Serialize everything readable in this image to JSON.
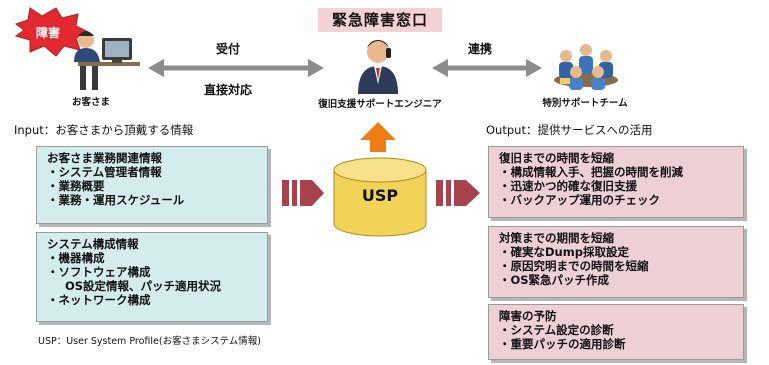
{
  "center_title": "緊急障害窓口",
  "badge": "障害",
  "persons": {
    "customer": "お客さま",
    "engineer": "復旧支援サポートエンジニア",
    "team": "特別サポートチーム"
  },
  "arrows": {
    "receive": "受付",
    "direct": "直接対応",
    "cooperate": "連携"
  },
  "input_title": "Input：お客さまから頂戴する情報",
  "output_title": "Output：提供サービスへの活用",
  "input_boxes": [
    {
      "lines": [
        "お客さま業務関連情報",
        "・システム管理者情報",
        "・業務概要",
        "・業務・運用スケジュール"
      ]
    },
    {
      "lines": [
        "システム構成情報",
        "・機器構成",
        "・ソフトウェア構成",
        "OS設定情報、パッチ適用状況",
        "・ネットワーク構成"
      ]
    }
  ],
  "usp": "USP",
  "usp_note": "USP：User System Profile(お客さまシステム情報)",
  "output_boxes": [
    {
      "lines": [
        "復旧までの時間を短縮",
        "・構成情報入手、把握の時間を削減",
        "・迅速かつ的確な復旧支援",
        "・バックアップ運用のチェック"
      ]
    },
    {
      "lines": [
        "対策までの期間を短縮",
        "・確実なDump採取設定",
        "・原因究明までの時間を短縮",
        "・OS緊急パッチ作成"
      ]
    },
    {
      "lines": [
        "障害の予防",
        "・システム設定の診断",
        "・重要パッチの適用診断"
      ]
    }
  ],
  "colors": {
    "title_bg": "#f2d2d4",
    "input_box": "#d5ecef",
    "output_box": "#ecd0d6",
    "arrow_red": "#a8434e",
    "arrow_orange": "#ef7d16",
    "badge_red": "#e2292f"
  }
}
